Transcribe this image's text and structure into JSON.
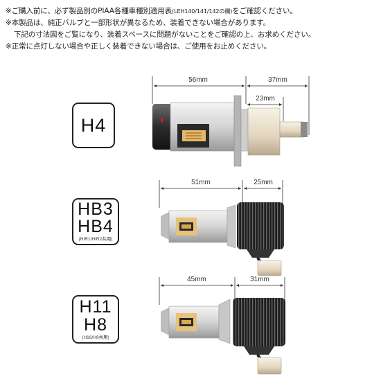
{
  "notes": {
    "line1_a": "※ご購入前に、必ず製品別のPIAA各種車種別適用表",
    "line1_small": "(LEH140/141/142の欄)",
    "line1_b": "をご確認ください。",
    "line2": "※本製品は、純正バルブと一部形状が異なるため、装着できない場合があります。",
    "line3": "下記の寸法図をご覧になり、装着スペースに問題がないことをご確認の上、お求めください。",
    "line4": "※正常に点灯しない場合や正しく装着できない場合は、ご使用をお止めください。"
  },
  "products": [
    {
      "badge_lines": [
        "H4"
      ],
      "compat_note": "",
      "dims": {
        "body": "56mm",
        "base": "37mm",
        "inner": "23mm"
      }
    },
    {
      "badge_lines": [
        "HB3",
        "HB4"
      ],
      "compat_note": "(HIR1/HIR2共用)",
      "dims": {
        "body": "51mm",
        "base": "25mm"
      }
    },
    {
      "badge_lines": [
        "H11",
        "H8"
      ],
      "compat_note": "(H16/H9共用)",
      "dims": {
        "body": "45mm",
        "base": "31mm"
      }
    }
  ]
}
